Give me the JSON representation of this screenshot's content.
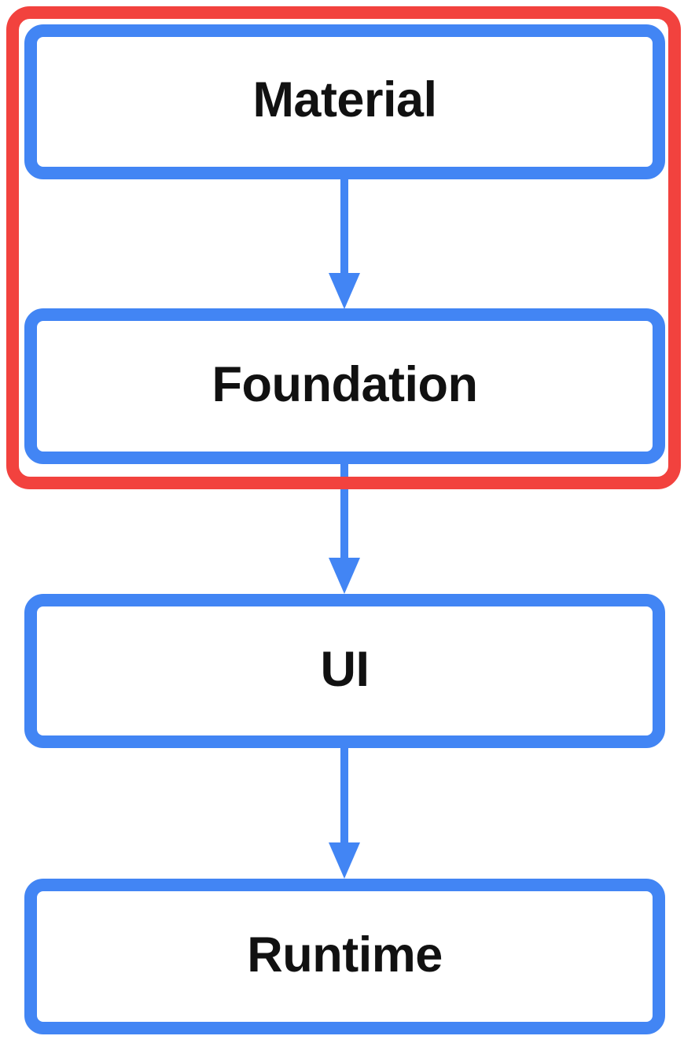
{
  "diagram": {
    "layers": [
      {
        "label": "Material",
        "highlighted": true
      },
      {
        "label": "Foundation",
        "highlighted": true
      },
      {
        "label": "UI",
        "highlighted": false
      },
      {
        "label": "Runtime",
        "highlighted": false
      }
    ],
    "arrows": [
      {
        "from": "Material",
        "to": "Foundation"
      },
      {
        "from": "Foundation",
        "to": "UI"
      },
      {
        "from": "UI",
        "to": "Runtime"
      }
    ],
    "colors": {
      "layer_border": "#4285F4",
      "arrow": "#4285F4",
      "highlight_frame": "#F2423E",
      "label_text": "#111111",
      "background": "#FFFFFF"
    }
  }
}
